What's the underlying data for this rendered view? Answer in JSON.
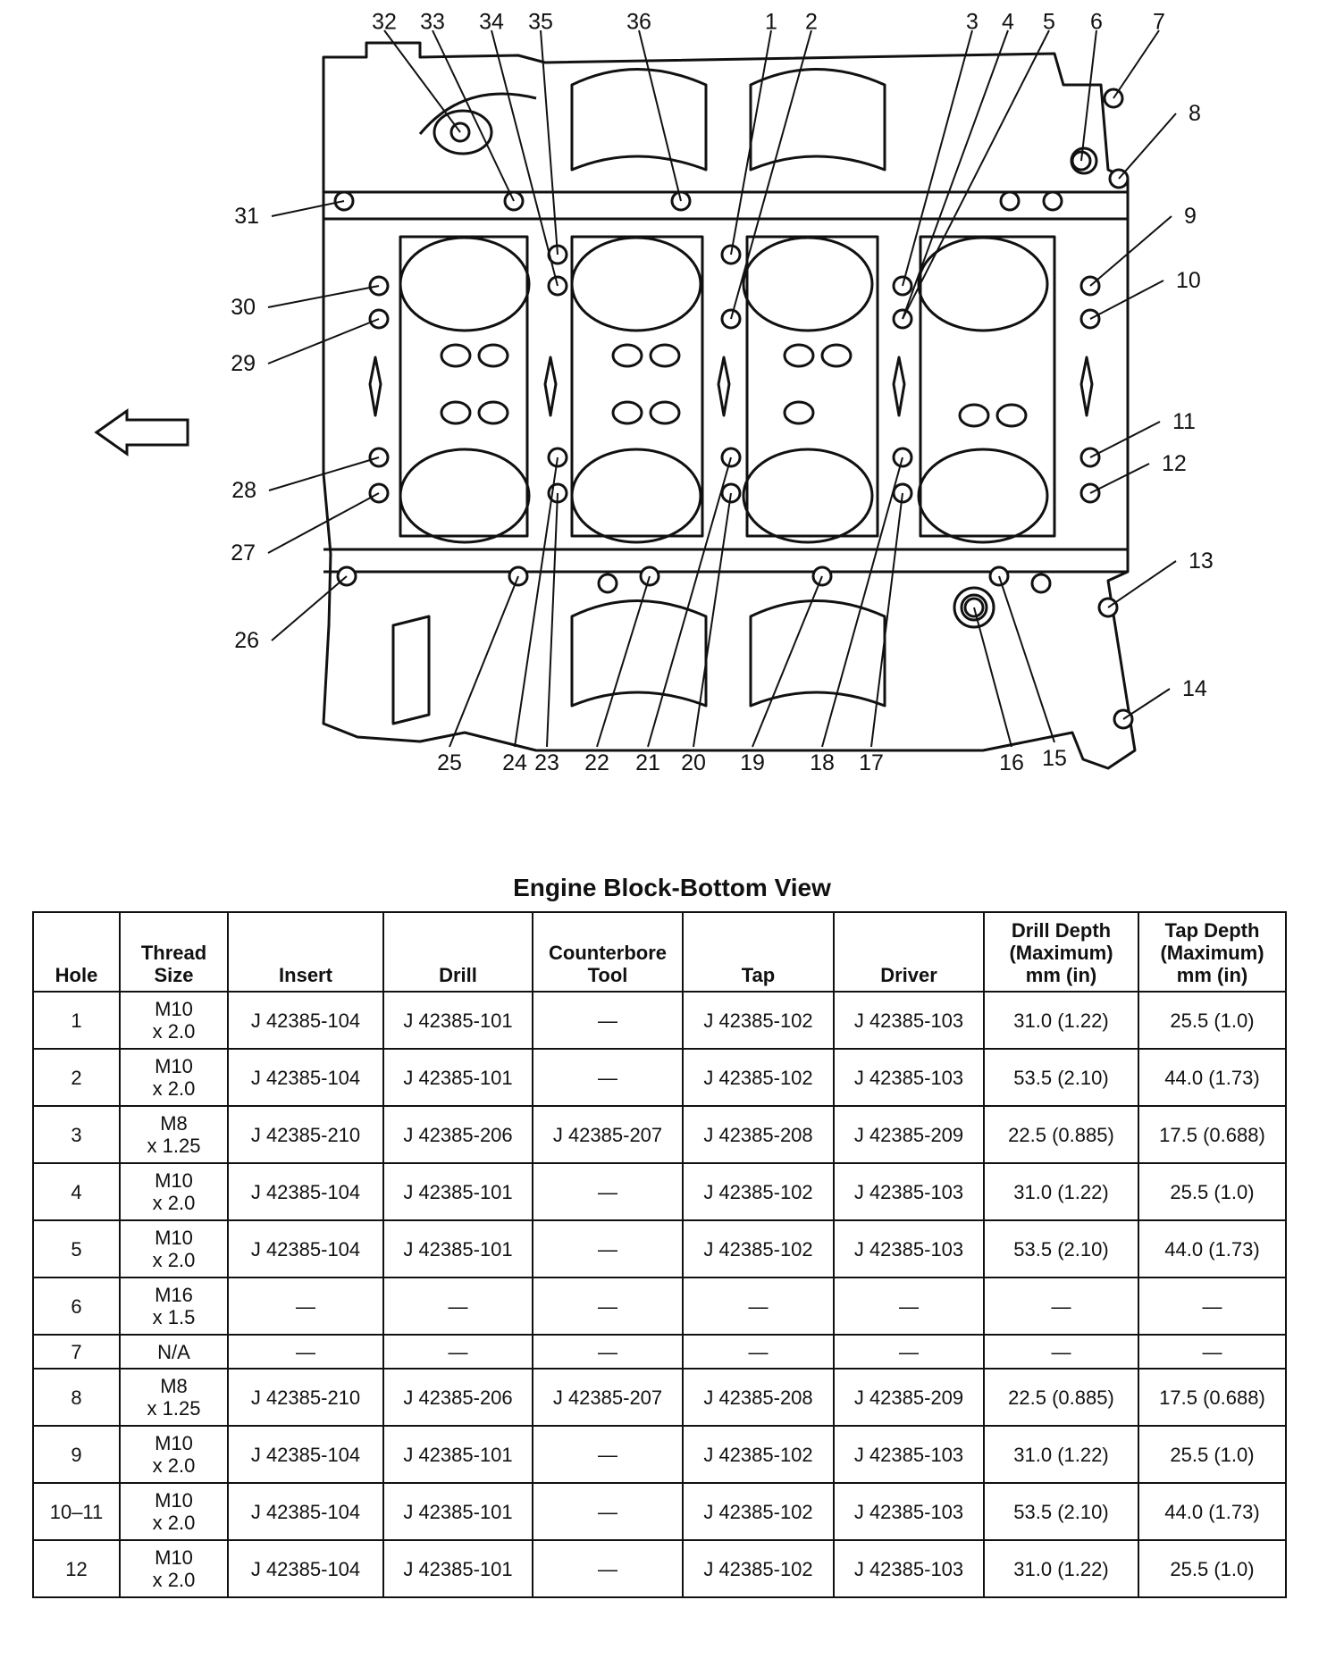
{
  "diagram": {
    "callouts": [
      "1",
      "2",
      "3",
      "4",
      "5",
      "6",
      "7",
      "8",
      "9",
      "10",
      "11",
      "12",
      "13",
      "14",
      "15",
      "16",
      "17",
      "18",
      "19",
      "20",
      "21",
      "22",
      "23",
      "24",
      "25",
      "26",
      "27",
      "28",
      "29",
      "30",
      "31",
      "32",
      "33",
      "34",
      "35",
      "36"
    ]
  },
  "caption": "Engine Block-Bottom View",
  "table": {
    "headers": [
      "Hole",
      "Thread Size",
      "Insert",
      "Drill",
      "Counterbore Tool",
      "Tap",
      "Driver",
      "Drill Depth (Maximum) mm (in)",
      "Tap Depth (Maximum) mm (in)"
    ],
    "header_lines": [
      [
        "Hole"
      ],
      [
        "Thread",
        "Size"
      ],
      [
        "Insert"
      ],
      [
        "Drill"
      ],
      [
        "Counterbore",
        "Tool"
      ],
      [
        "Tap"
      ],
      [
        "Driver"
      ],
      [
        "Drill Depth",
        "(Maximum)",
        "mm (in)"
      ],
      [
        "Tap Depth",
        "(Maximum)",
        "mm (in)"
      ]
    ],
    "rows": [
      {
        "hole": "1",
        "thread": [
          "M10",
          "x 2.0"
        ],
        "insert": "J 42385-104",
        "drill": "J 42385-101",
        "counterbore": "—",
        "tap": "J 42385-102",
        "driver": "J 42385-103",
        "drill_depth": "31.0 (1.22)",
        "tap_depth": "25.5 (1.0)"
      },
      {
        "hole": "2",
        "thread": [
          "M10",
          "x 2.0"
        ],
        "insert": "J 42385-104",
        "drill": "J 42385-101",
        "counterbore": "—",
        "tap": "J 42385-102",
        "driver": "J 42385-103",
        "drill_depth": "53.5 (2.10)",
        "tap_depth": "44.0 (1.73)"
      },
      {
        "hole": "3",
        "thread": [
          "M8",
          "x 1.25"
        ],
        "insert": "J 42385-210",
        "drill": "J 42385-206",
        "counterbore": "J 42385-207",
        "tap": "J 42385-208",
        "driver": "J 42385-209",
        "drill_depth": "22.5 (0.885)",
        "tap_depth": "17.5 (0.688)"
      },
      {
        "hole": "4",
        "thread": [
          "M10",
          "x 2.0"
        ],
        "insert": "J 42385-104",
        "drill": "J 42385-101",
        "counterbore": "—",
        "tap": "J 42385-102",
        "driver": "J 42385-103",
        "drill_depth": "31.0 (1.22)",
        "tap_depth": "25.5 (1.0)"
      },
      {
        "hole": "5",
        "thread": [
          "M10",
          "x 2.0"
        ],
        "insert": "J 42385-104",
        "drill": "J 42385-101",
        "counterbore": "—",
        "tap": "J 42385-102",
        "driver": "J 42385-103",
        "drill_depth": "53.5 (2.10)",
        "tap_depth": "44.0 (1.73)"
      },
      {
        "hole": "6",
        "thread": [
          "M16",
          "x 1.5"
        ],
        "insert": "—",
        "drill": "—",
        "counterbore": "—",
        "tap": "—",
        "driver": "—",
        "drill_depth": "—",
        "tap_depth": "—"
      },
      {
        "hole": "7",
        "thread": [
          "N/A"
        ],
        "insert": "—",
        "drill": "—",
        "counterbore": "—",
        "tap": "—",
        "driver": "—",
        "drill_depth": "—",
        "tap_depth": "—"
      },
      {
        "hole": "8",
        "thread": [
          "M8",
          "x 1.25"
        ],
        "insert": "J 42385-210",
        "drill": "J 42385-206",
        "counterbore": "J 42385-207",
        "tap": "J 42385-208",
        "driver": "J 42385-209",
        "drill_depth": "22.5 (0.885)",
        "tap_depth": "17.5 (0.688)"
      },
      {
        "hole": "9",
        "thread": [
          "M10",
          "x 2.0"
        ],
        "insert": "J 42385-104",
        "drill": "J 42385-101",
        "counterbore": "—",
        "tap": "J 42385-102",
        "driver": "J 42385-103",
        "drill_depth": "31.0 (1.22)",
        "tap_depth": "25.5 (1.0)"
      },
      {
        "hole": "10–11",
        "thread": [
          "M10",
          "x 2.0"
        ],
        "insert": "J 42385-104",
        "drill": "J 42385-101",
        "counterbore": "—",
        "tap": "J 42385-102",
        "driver": "J 42385-103",
        "drill_depth": "53.5 (2.10)",
        "tap_depth": "44.0 (1.73)"
      },
      {
        "hole": "12",
        "thread": [
          "M10",
          "x 2.0"
        ],
        "insert": "J 42385-104",
        "drill": "J 42385-101",
        "counterbore": "—",
        "tap": "J 42385-102",
        "driver": "J 42385-103",
        "drill_depth": "31.0 (1.22)",
        "tap_depth": "25.5 (1.0)"
      }
    ]
  }
}
